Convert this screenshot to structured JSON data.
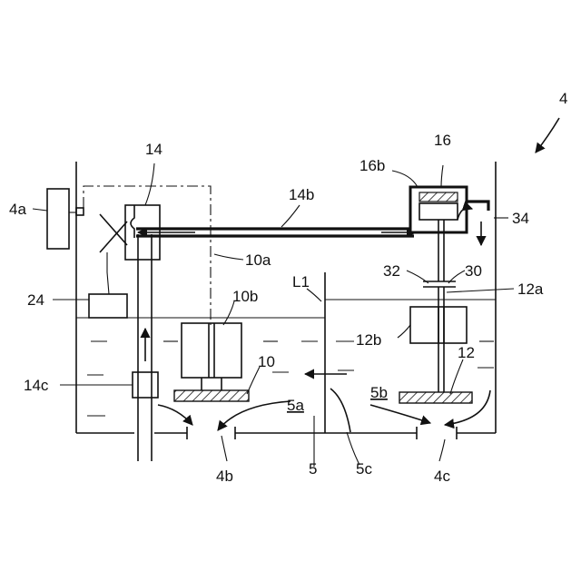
{
  "labels": {
    "apparatus": "4",
    "motor": "4a",
    "outlet_left": "4b",
    "outlet_right": "4c",
    "wall_label": "5",
    "region_a": "5a",
    "region_b": "5b",
    "flow_c": "5c",
    "left_tank": "10",
    "chain_line": "10a",
    "left_block": "10b",
    "right_tank": "12",
    "right_rod": "12a",
    "right_block": "12b",
    "valve": "14",
    "pipe": "14b",
    "pipe_node": "14c",
    "upper_unit": "16",
    "upper_unit_box": "16b",
    "controller": "24",
    "shaft": "30",
    "coupling": "32",
    "outlet_pipe": "34",
    "level_line": "L1"
  }
}
